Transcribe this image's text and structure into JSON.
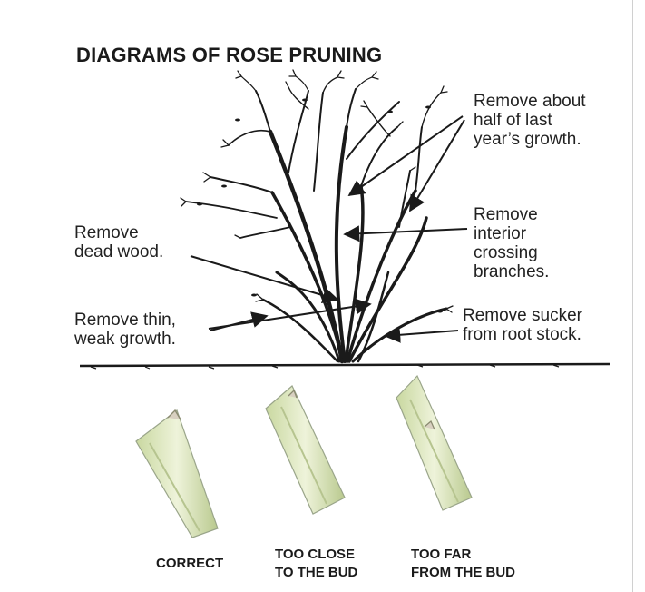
{
  "title": "DIAGRAMS OF ROSE PRUNING",
  "labels": {
    "half_growth": [
      "Remove about",
      "half of last",
      "year’s growth."
    ],
    "crossing": [
      "Remove",
      "interior",
      "crossing",
      "branches."
    ],
    "dead_wood": [
      "Remove",
      "dead wood."
    ],
    "thin_growth": [
      "Remove thin,",
      "weak growth."
    ],
    "sucker": [
      "Remove sucker",
      "from root stock."
    ]
  },
  "captions": {
    "correct": [
      "CORRECT"
    ],
    "too_close": [
      "TOO CLOSE",
      "TO THE BUD"
    ],
    "too_far": [
      "TOO FAR",
      "FROM THE BUD"
    ]
  },
  "colors": {
    "ink": "#1a1a1a",
    "stem_light": "#dfe8c4",
    "stem_mid": "#c8d6a2",
    "stem_outline": "#9aa58a"
  }
}
